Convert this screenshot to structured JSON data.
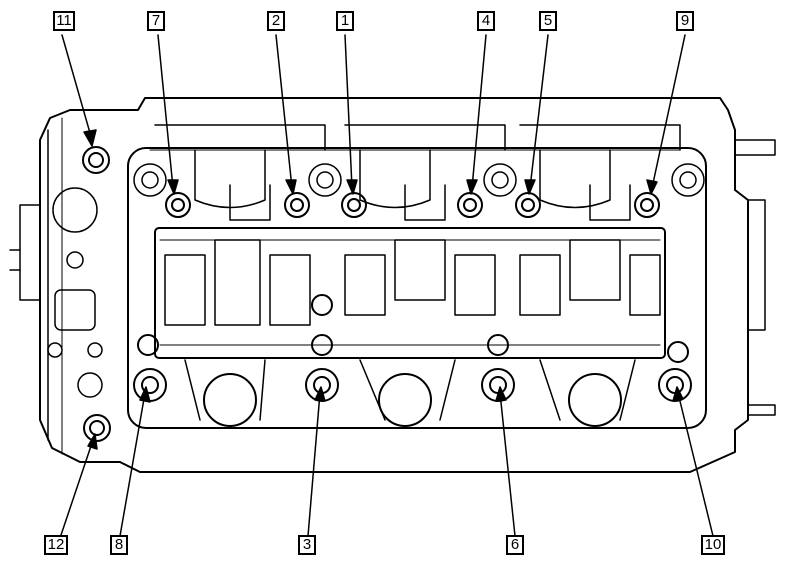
{
  "diagram": {
    "ink_color": "#000000",
    "paper_color": "#ffffff",
    "callouts": [
      "11",
      "7",
      "2",
      "1",
      "4",
      "5",
      "9",
      "12",
      "8",
      "3",
      "6",
      "10"
    ]
  }
}
